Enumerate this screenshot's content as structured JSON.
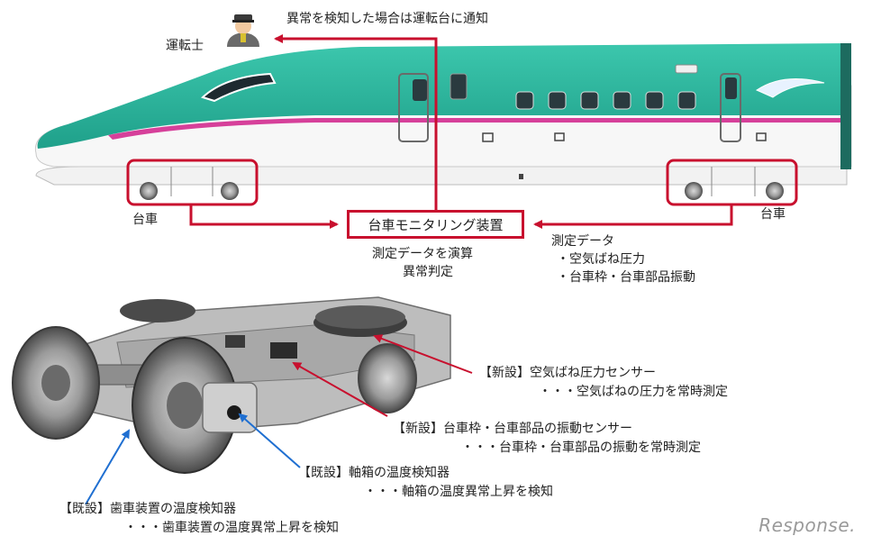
{
  "top_note": "異常を検知した場合は運転台に通知",
  "driver_label": "運転士",
  "bogie_left_label": "台車",
  "bogie_right_label": "台車",
  "center_box_label": "台車モニタリング装置",
  "calc_line1": "測定データを演算",
  "calc_line2": "異常判定",
  "data_title": "測定データ",
  "data_item1": "・空気ばね圧力",
  "data_item2": "・台車枠・台車部品振動",
  "ann1_line1": "【新設】空気ばね圧力センサー",
  "ann1_line2": "・・・空気ばねの圧力を常時測定",
  "ann2_line1": "【新設】台車枠・台車部品の振動センサー",
  "ann2_line2": "・・・台車枠・台車部品の振動を常時測定",
  "ann3_line1": "【既設】軸箱の温度検知器",
  "ann3_line2": "・・・軸箱の温度異常上昇を検知",
  "ann4_line1": "【既設】歯車装置の温度検知器",
  "ann4_line2": "・・・歯車装置の温度異常上昇を検知",
  "logo_text": "Response.",
  "colors": {
    "accent_red": "#c8102e",
    "train_teal": "#2eb8a0",
    "train_pink": "#d6409a",
    "arrow_blue": "#1f6fd1"
  }
}
